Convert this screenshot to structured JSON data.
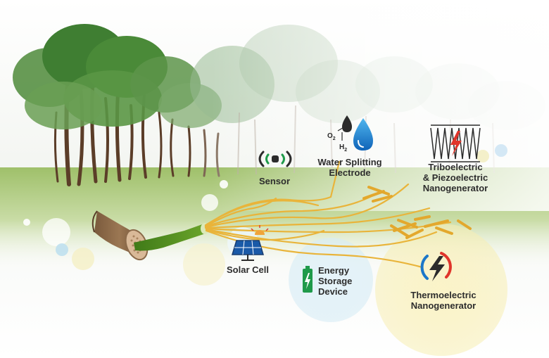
{
  "applications": [
    {
      "id": "sensor",
      "lines": [
        "Sensor"
      ],
      "icon": "sensor-icon"
    },
    {
      "id": "water",
      "lines": [
        "Water Splitting",
        "Electrode"
      ],
      "icon": "water-drop-icon",
      "formula": {
        "o2": "O",
        "o2_sub": "2",
        "h2": "H",
        "h2_sub": "2"
      }
    },
    {
      "id": "tribo",
      "lines": [
        "Triboelectric",
        "& Piezoelectric",
        "Nanogenerator"
      ],
      "icon": "zigzag-lightning-icon"
    },
    {
      "id": "solar",
      "lines": [
        "Solar Cell"
      ],
      "icon": "solar-panel-icon"
    },
    {
      "id": "energy",
      "lines": [
        "Energy",
        "Storage",
        "Device"
      ],
      "icon": "battery-icon"
    },
    {
      "id": "thermo",
      "lines": [
        "Thermoelectric",
        "Nanogenerator"
      ],
      "icon": "thermo-lightning-icon"
    }
  ],
  "colors": {
    "fiber": "#e9b43a",
    "branch": "#4f8a1f",
    "green_accent": "#1f9a4a",
    "blue_accent": "#1b77c9",
    "red_accent": "#e0352b"
  }
}
